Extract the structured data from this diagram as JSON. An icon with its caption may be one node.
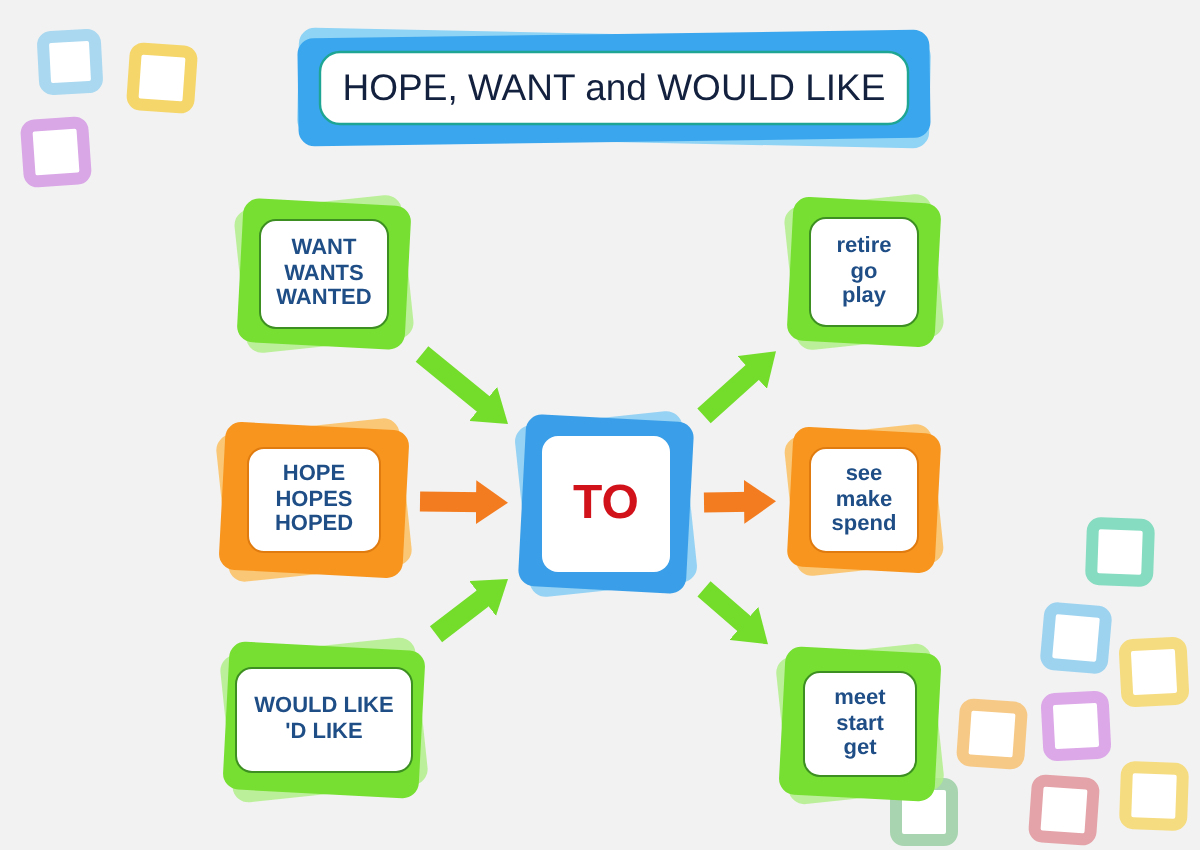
{
  "diagram": {
    "title": "HOPE, WANT and WOULD LIKE",
    "nodes": [
      {
        "text": [
          "WANT",
          "WANTS",
          "WANTED"
        ]
      },
      {
        "text": [
          "HOPE",
          "HOPES",
          "HOPED"
        ]
      },
      {
        "text": [
          "WOULD LIKE",
          "'D LIKE"
        ]
      },
      {
        "text": [
          "TO"
        ]
      },
      {
        "text": [
          "retire",
          "go",
          "play"
        ]
      },
      {
        "text": [
          "see",
          "make",
          "spend"
        ]
      },
      {
        "text": [
          "meet",
          "start",
          "get"
        ]
      }
    ],
    "edges": [
      {
        "from": 0,
        "to": 3,
        "arrow": "to"
      },
      {
        "from": 1,
        "to": 3,
        "arrow": "to",
        "color": "#f47c20"
      },
      {
        "from": 2,
        "to": 3,
        "arrow": "to"
      },
      {
        "from": 3,
        "to": 4,
        "arrow": "to"
      },
      {
        "from": 3,
        "to": 5,
        "arrow": "to",
        "color": "#f47c20"
      },
      {
        "from": 3,
        "to": 6,
        "arrow": "to"
      }
    ]
  }
}
